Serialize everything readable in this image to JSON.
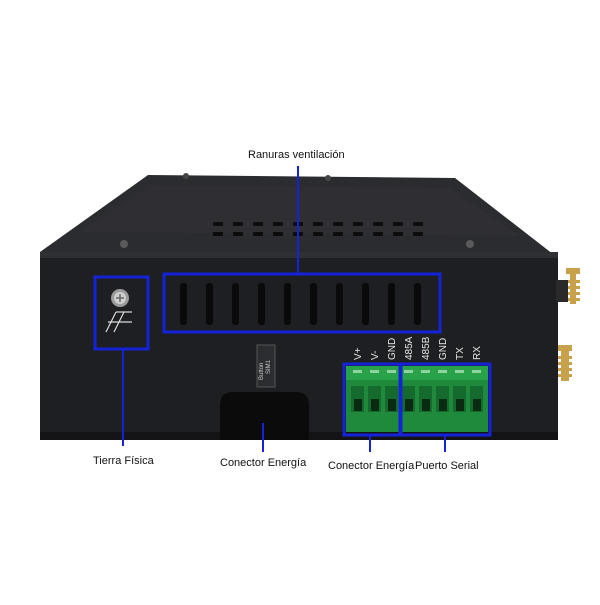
{
  "labels": {
    "vents": "Ranuras ventilación",
    "ground": "Tierra Física",
    "power_jack": "Conector Energía",
    "power_terminal": "Conector Energía",
    "serial": "Puerto Serial"
  },
  "pins": [
    "V+",
    "V-",
    "GND",
    "485A",
    "485B",
    "GND",
    "TX",
    "RX"
  ],
  "sim_slot": {
    "label": "SIM1",
    "sub": "Button"
  },
  "colors": {
    "highlight": "#1423d8",
    "chassis": "#1e1f22",
    "terminal": "#1f8a3c"
  }
}
